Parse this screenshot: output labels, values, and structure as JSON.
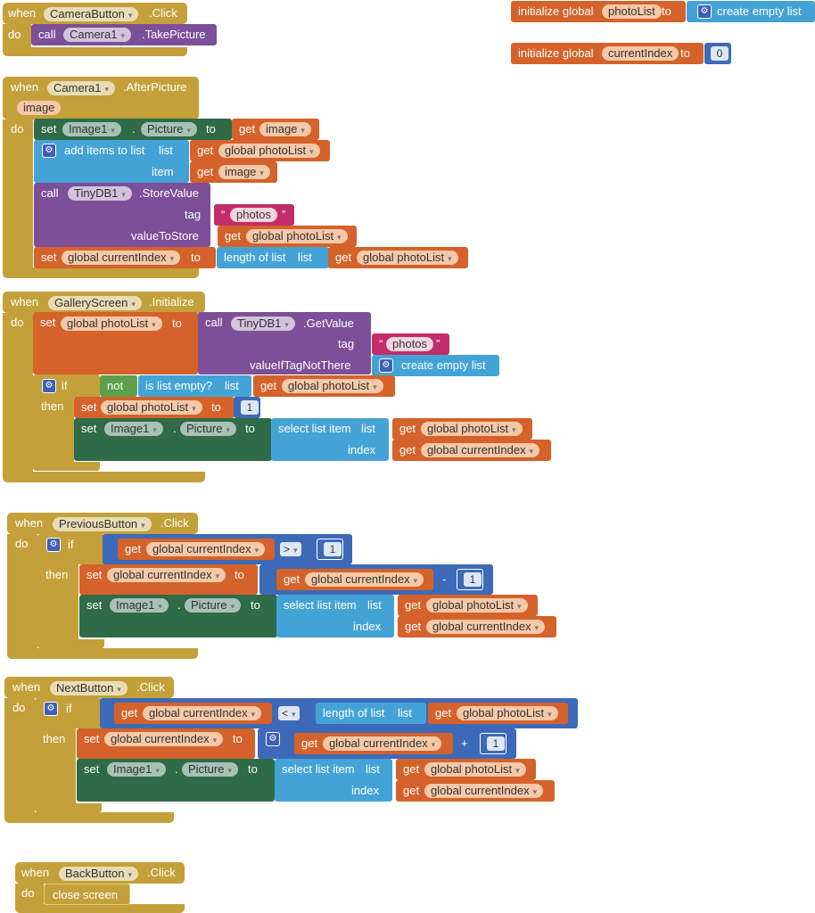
{
  "kw": {
    "when": "when",
    "do": "do",
    "call": "call",
    "set": "set",
    "get": "get",
    "to": "to",
    "if": "if",
    "then": "then",
    "not": "not",
    "list": "list",
    "item": "item",
    "index": "index",
    "tag": "tag",
    "value_to_store": "valueToStore",
    "value_if_tag_not_there": "valueIfTagNotThere"
  },
  "events": {
    "camera_button_click": {
      "component": "CameraButton",
      "event": ".Click",
      "method": ".TakePicture",
      "target": "Camera1"
    },
    "camera_after_picture": {
      "component": "Camera1",
      "event": ".AfterPicture",
      "param": "image"
    },
    "gallery_init": {
      "component": "GalleryScreen",
      "event": ".Initialize"
    },
    "previous_button_click": {
      "component": "PreviousButton",
      "event": ".Click"
    },
    "next_button_click": {
      "component": "NextButton",
      "event": ".Click"
    },
    "back_button_click": {
      "component": "BackButton",
      "event": ".Click",
      "action": "close screen"
    }
  },
  "globals": {
    "init_label": "initialize global",
    "photo_list": "photoList",
    "current_index": "currentIndex",
    "create_empty_list": "create empty list",
    "zero": "0"
  },
  "labels": {
    "image1": "Image1",
    "picture": "Picture",
    "image": "image",
    "add_items": "add items to list",
    "tinydb1": "TinyDB1",
    "store_value": ".StoreValue",
    "get_value": ".GetValue",
    "photos": "photos",
    "length_of_list": "length of list",
    "global_photo_list": "global photoList",
    "global_current_index": "global currentIndex",
    "is_list_empty": "is list empty?",
    "select_list_item": "select list item",
    "one": "1",
    "gt": ">",
    "lt": "<",
    "minus": "-",
    "plus": "+",
    "quote_open": "“",
    "quote_close": "”",
    "dot": ".",
    "dropdown": "▾",
    "gear": "⚙"
  }
}
